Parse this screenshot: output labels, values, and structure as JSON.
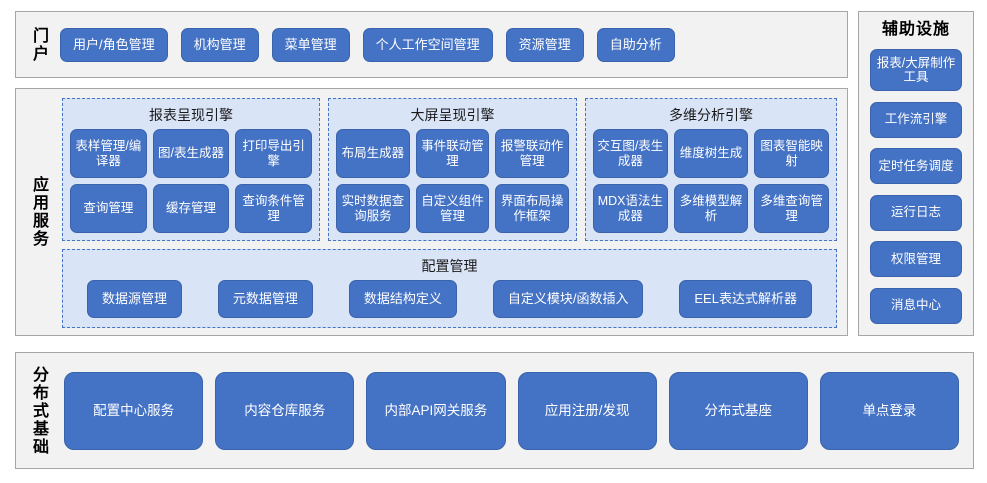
{
  "portal": {
    "title": "门户",
    "items": [
      {
        "label": "用户/角色管理"
      },
      {
        "label": "机构管理"
      },
      {
        "label": "菜单管理"
      },
      {
        "label": "个人工作空间管理"
      },
      {
        "label": "资源管理"
      },
      {
        "label": "自助分析"
      }
    ]
  },
  "aux": {
    "title": "辅助设施",
    "items": [
      {
        "label": "报表/大屏制作工具"
      },
      {
        "label": "工作流引擎"
      },
      {
        "label": "定时任务调度"
      },
      {
        "label": "运行日志"
      },
      {
        "label": "权限管理"
      },
      {
        "label": "消息中心"
      }
    ]
  },
  "app": {
    "title": "应用服务",
    "groups": [
      {
        "title": "报表呈现引擎",
        "items": [
          {
            "label": "表样管理/编译器"
          },
          {
            "label": "图/表生成器"
          },
          {
            "label": "打印导出引擎"
          },
          {
            "label": "查询管理"
          },
          {
            "label": "缓存管理"
          },
          {
            "label": "查询条件管理"
          }
        ]
      },
      {
        "title": "大屏呈现引擎",
        "items": [
          {
            "label": "布局生成器"
          },
          {
            "label": "事件联动管理"
          },
          {
            "label": "报警联动作管理"
          },
          {
            "label": "实时数据查询服务"
          },
          {
            "label": "自定义组件管理"
          },
          {
            "label": "界面布局操作框架"
          }
        ]
      },
      {
        "title": "多维分析引擎",
        "items": [
          {
            "label": "交互图/表生成器"
          },
          {
            "label": "维度树生成"
          },
          {
            "label": "图表智能映射"
          },
          {
            "label": "MDX语法生成器"
          },
          {
            "label": "多维模型解析"
          },
          {
            "label": "多维查询管理"
          }
        ]
      }
    ],
    "config": {
      "title": "配置管理",
      "items": [
        {
          "label": "数据源管理"
        },
        {
          "label": "元数据管理"
        },
        {
          "label": "数据结构定义"
        },
        {
          "label": "自定义模块/函数插入"
        },
        {
          "label": "EEL表达式解析器"
        }
      ]
    }
  },
  "distributed": {
    "title": "分布式基础",
    "items": [
      {
        "label": "配置中心服务"
      },
      {
        "label": "内容仓库服务"
      },
      {
        "label": "内部API网关服务"
      },
      {
        "label": "应用注册/发现"
      },
      {
        "label": "分布式基座"
      },
      {
        "label": "单点登录"
      }
    ]
  },
  "colors": {
    "box_fill": "#4472c4",
    "box_text": "#ffffff",
    "panel_fill": "#f2f2f2",
    "panel_border": "#a6a6a6",
    "group_fill": "#d9e4f7",
    "group_border": "#4472c4",
    "page_background": "#ffffff"
  }
}
